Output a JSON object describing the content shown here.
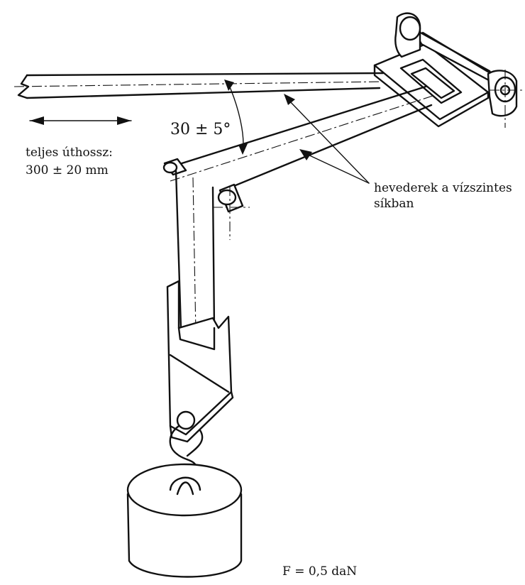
{
  "labels": {
    "travel_line1": "teljes úthossz:",
    "travel_line2": "300 ± 20 mm",
    "angle": "30 ± 5°",
    "straps_line1": "hevederek a vízszintes",
    "straps_line2": "síkban",
    "force": "F = 0,5 daN"
  },
  "colors": {
    "line": "#111111",
    "background": "#ffffff"
  }
}
